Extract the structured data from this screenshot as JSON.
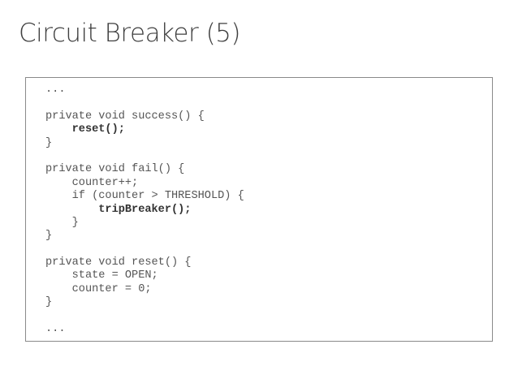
{
  "slide": {
    "title": "Circuit Breaker (5)"
  },
  "code": {
    "lines": [
      {
        "text": "...",
        "bold": false
      },
      {
        "text": "",
        "bold": false
      },
      {
        "text": "private void success() {",
        "bold": false
      },
      {
        "text": "    reset();",
        "bold": true
      },
      {
        "text": "}",
        "bold": false
      },
      {
        "text": "",
        "bold": false
      },
      {
        "text": "private void fail() {",
        "bold": false
      },
      {
        "text": "    counter++;",
        "bold": false
      },
      {
        "text": "    if (counter > THRESHOLD) {",
        "bold": false
      },
      {
        "text": "        tripBreaker();",
        "bold": true
      },
      {
        "text": "    }",
        "bold": false
      },
      {
        "text": "}",
        "bold": false
      },
      {
        "text": "",
        "bold": false
      },
      {
        "text": "private void reset() {",
        "bold": false
      },
      {
        "text": "    state = OPEN;",
        "bold": false
      },
      {
        "text": "    counter = 0;",
        "bold": false
      },
      {
        "text": "}",
        "bold": false
      },
      {
        "text": "",
        "bold": false
      },
      {
        "text": "...",
        "bold": false
      }
    ]
  }
}
